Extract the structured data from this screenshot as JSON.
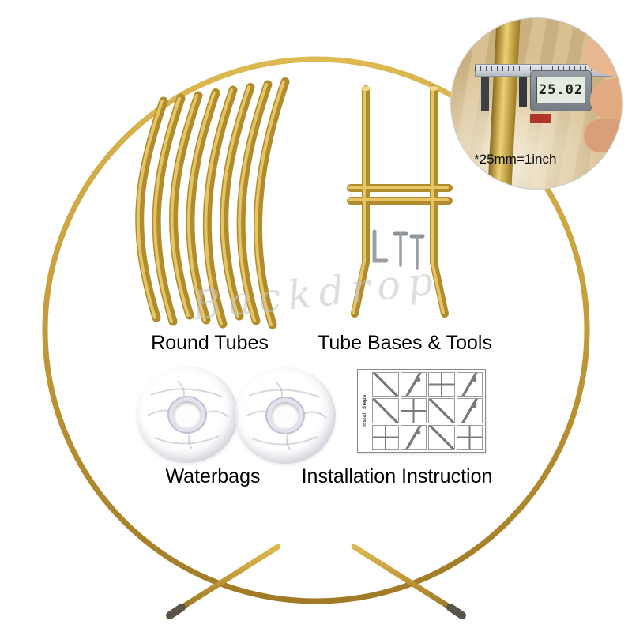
{
  "colors": {
    "gold": "#c49a37",
    "waterbag": "#e6e6f0",
    "lcd_bg": "#e4ece2",
    "red_tag": "#b23529"
  },
  "watermark": "Backdrop",
  "inset": {
    "caliper_reading": "25.02",
    "note": "*25mm=1inch"
  },
  "labels": {
    "round_tubes": "Round Tubes",
    "tube_bases": "Tube Bases &  Tools",
    "waterbags": "Waterbags",
    "installation": "Installation Instruction"
  },
  "instruction_sheet": {
    "side_label": "Install Steps"
  }
}
